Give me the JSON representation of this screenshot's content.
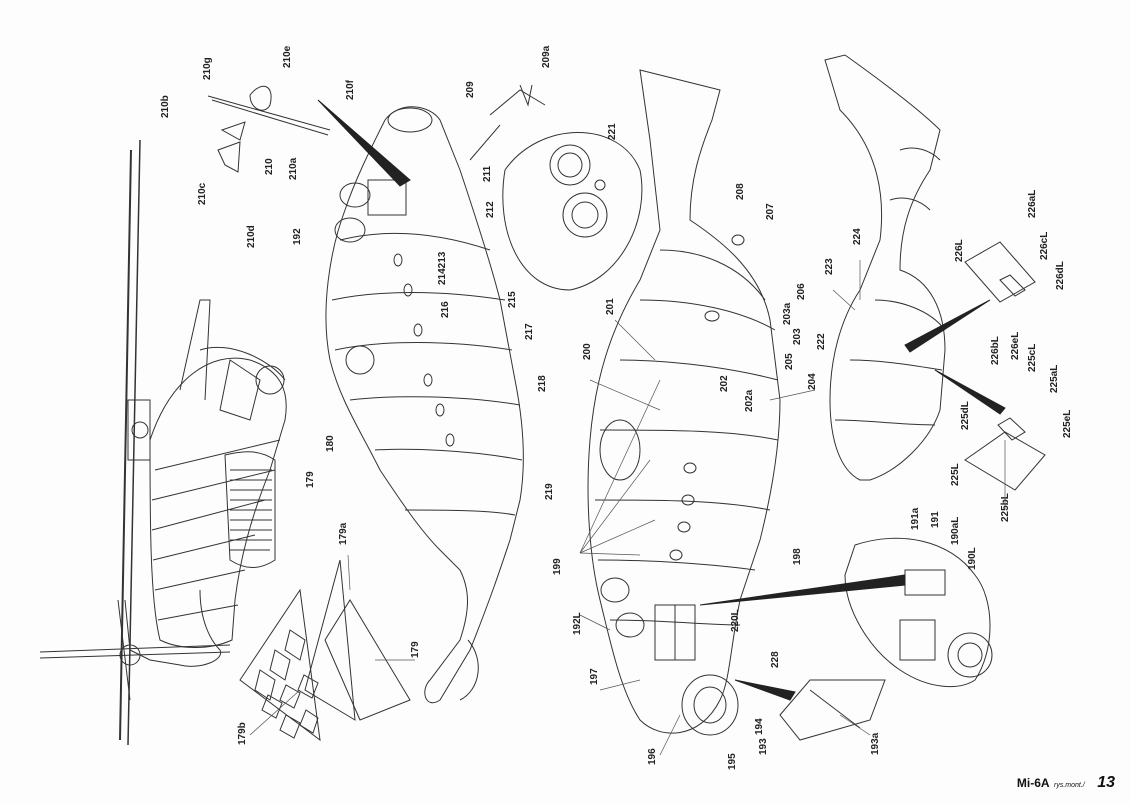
{
  "footer": {
    "model": "Mi-6A",
    "subtitle": "rys.mont./",
    "page": "13"
  },
  "parts": {
    "p179": "179",
    "p179a": "179a",
    "p179b": "179b",
    "p180": "180",
    "p190aL": "190aL",
    "p190L": "190L",
    "p191": "191",
    "p191a": "191a",
    "p192": "192",
    "p192L": "192L",
    "p193": "193",
    "p193a": "193a",
    "p194": "194",
    "p195": "195",
    "p196": "196",
    "p197": "197",
    "p198": "198",
    "p199": "199",
    "p200": "200",
    "p201": "201",
    "p202": "202",
    "p202a": "202a",
    "p203": "203",
    "p203a": "203a",
    "p204": "204",
    "p205": "205",
    "p206": "206",
    "p207": "207",
    "p208": "208",
    "p209": "209",
    "p209a": "209a",
    "p210": "210",
    "p210a": "210a",
    "p210b": "210b",
    "p210c": "210c",
    "p210d": "210d",
    "p210e": "210e",
    "p210f": "210f",
    "p210g": "210g",
    "p211": "211",
    "p212": "212",
    "p214213": "214213",
    "p215": "215",
    "p216": "216",
    "p217": "217",
    "p218": "218",
    "p219": "219",
    "p220L": "220L",
    "p221": "221",
    "p222": "222",
    "p223": "223",
    "p224": "224",
    "p225aL": "225aL",
    "p225bL": "225bL",
    "p225cL": "225cL",
    "p225dL": "225dL",
    "p225eL": "225eL",
    "p225L": "225L",
    "p226aL": "226aL",
    "p226bL": "226bL",
    "p226cL": "226cL",
    "p226dL": "226dL",
    "p226eL": "226eL",
    "p226L": "226L",
    "p228": "228"
  }
}
